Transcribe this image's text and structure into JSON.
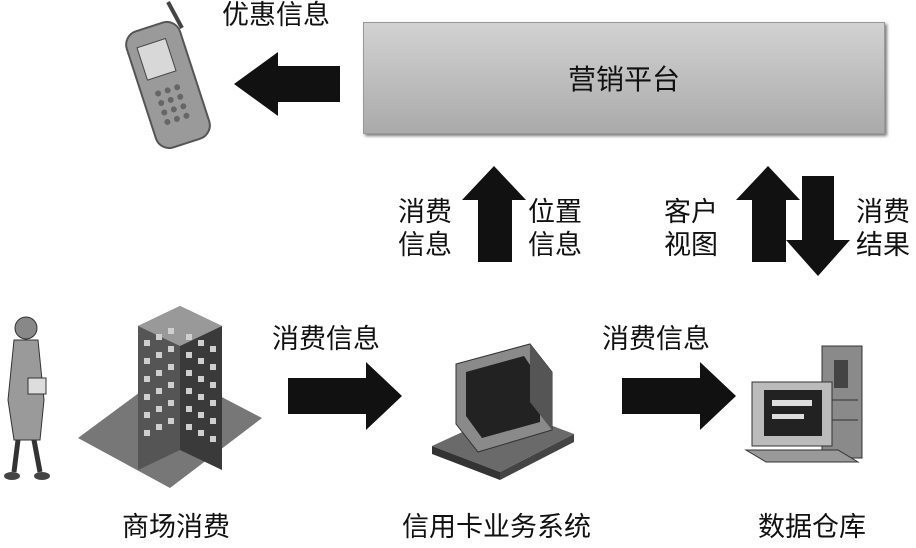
{
  "platform": {
    "label": "营销平台"
  },
  "labels": {
    "promo_info": "优惠信息",
    "consume_info_left_1": "消费",
    "consume_info_left_2": "信息",
    "location_info_1": "位置",
    "location_info_2": "信息",
    "customer_view_1": "客户",
    "customer_view_2": "视图",
    "consume_result_1": "消费",
    "consume_result_2": "结果",
    "consume_info_mid": "消费信息",
    "consume_info_right": "消费信息"
  },
  "nodes": {
    "mall": "商场消费",
    "card_system": "信用卡业务系统",
    "warehouse": "数据仓库"
  }
}
